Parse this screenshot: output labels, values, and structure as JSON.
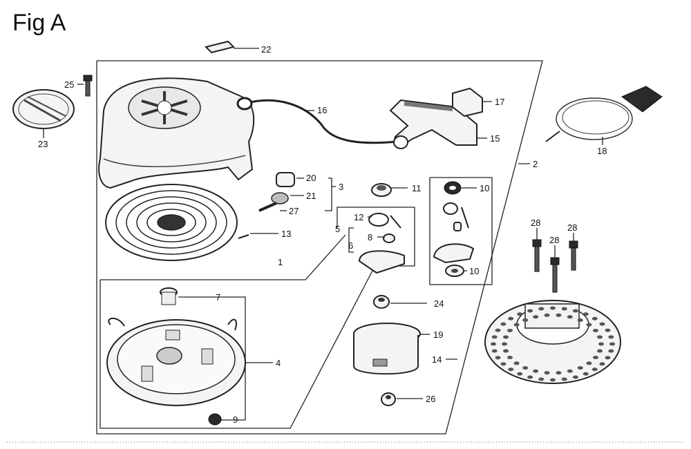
{
  "figure": {
    "title": "Fig A"
  },
  "callouts": [
    "22",
    "25",
    "23",
    "16",
    "17",
    "15",
    "2",
    "18",
    "20",
    "3",
    "21",
    "27",
    "13",
    "11",
    "10",
    "12",
    "5",
    "8",
    "6",
    "10",
    "1",
    "28",
    "28",
    "28",
    "7",
    "24",
    "19",
    "4",
    "14",
    "9",
    "26"
  ],
  "icons": {
    "recoil-housing": "recoil-housing-icon",
    "starter-handle": "starter-handle-icon",
    "pulley": "pulley-icon",
    "spiral-spring": "spiral-spring-icon",
    "starter-cup": "starter-cup-icon",
    "rope-set": "rope-set-icon",
    "bolt": "bolt-icon",
    "nut": "nut-icon"
  }
}
